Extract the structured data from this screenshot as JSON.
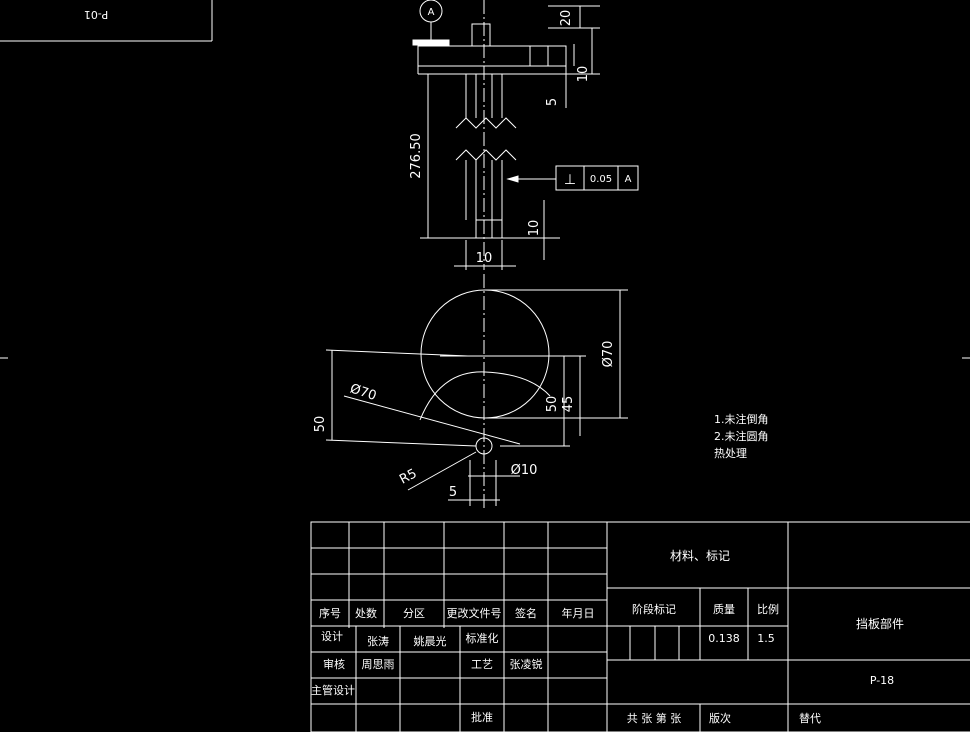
{
  "drawing": {
    "top_left_box_code": "P-01",
    "datum_label": "A",
    "dims": {
      "d20": "20",
      "d10_top": "10",
      "d5_top": "5",
      "length": "276.50",
      "d10_side": "10",
      "d10_bottom": "10",
      "dia70_right": "Ø70",
      "dia70_left": "Ø70",
      "d50_left": "50",
      "d50_right": "50",
      "d45": "45",
      "r5": "R5",
      "dia10": "Ø10",
      "d5_bottom": "5"
    },
    "tolerance": {
      "symbol": "⊥",
      "value": "0.05",
      "datum": "A"
    },
    "notes": [
      "1.未注倒角",
      "2.未注圆角",
      "热处理"
    ]
  },
  "title_block": {
    "name_label": "材料、标记",
    "table_headers": [
      "序号",
      "处数",
      "分区",
      "更改文件号",
      "签名",
      "年月日"
    ],
    "design_row": [
      "设计",
      "张涛",
      "姚晨光",
      "标准化"
    ],
    "check_row": [
      "审核",
      "周思雨",
      "工艺",
      "张凌锐"
    ],
    "supervisor_label": "主管设计",
    "approve_label": "批准",
    "stage_label": "阶段标记",
    "weight_label": "质量",
    "scale_label": "比例",
    "weight_value": "0.138",
    "scale_value": "1.5",
    "part_name": "挡板部件",
    "part_code": "P-18",
    "sheet_info": "共 张 第 张",
    "version_label": "版次",
    "replace_label": "替代"
  }
}
